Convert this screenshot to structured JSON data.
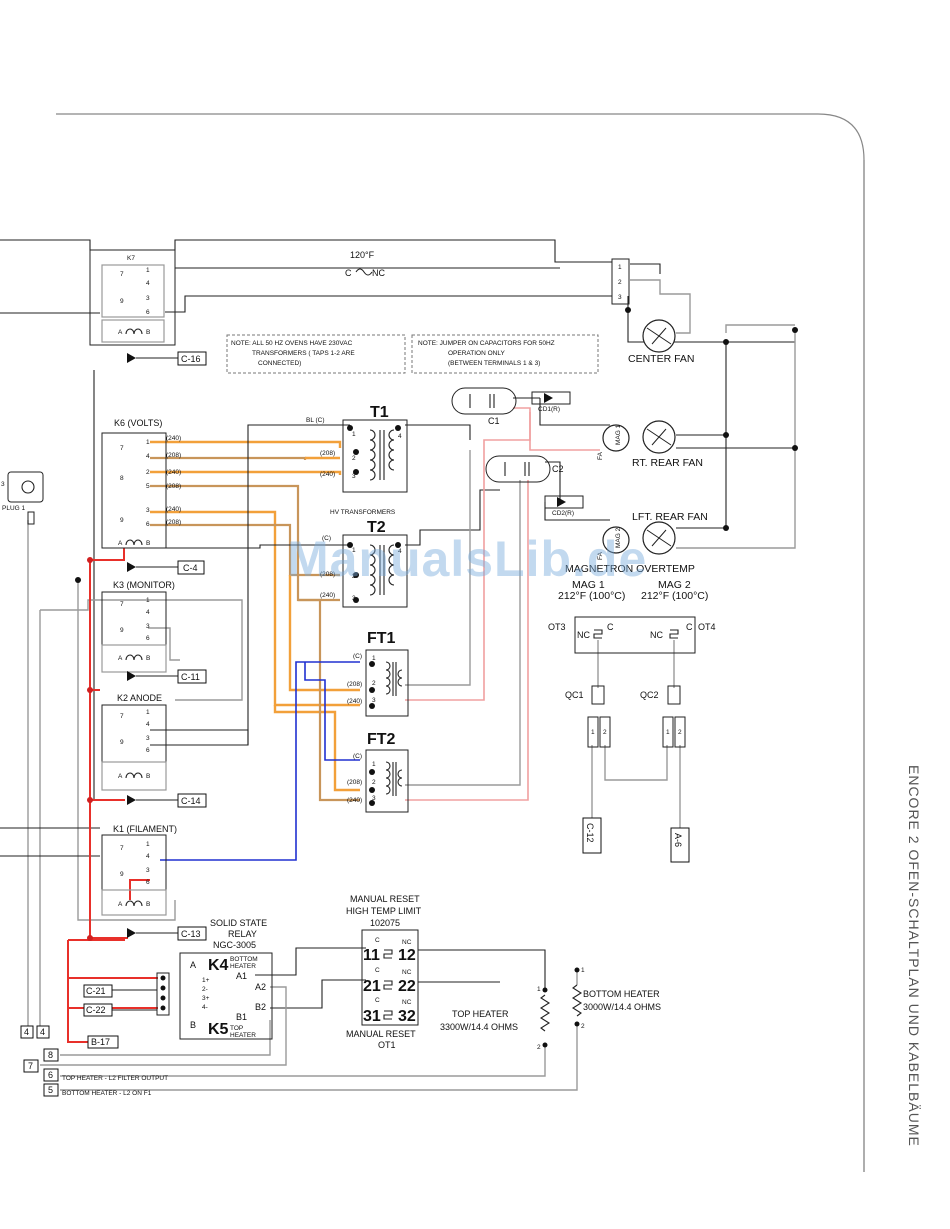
{
  "page": {
    "side_title": "ENCORE 2 OFEN-SCHALTPLAN UND KABELBÄUME",
    "watermark": "ManualsLib.de"
  },
  "notes": {
    "note1": [
      "NOTE: ALL 50 HZ OVENS HAVE 230VAC",
      "TRANSFORMERS ( TAPS 1-2 ARE",
      "CONNECTED)"
    ],
    "note2": [
      "NOTE: JUMPER ON CAPACITORS FOR 50HZ",
      "OPERATION ONLY",
      "(BETWEEN TERMINALS 1 & 3)"
    ]
  },
  "thermostat": {
    "temp": "120°F",
    "c": "C",
    "nc": "NC"
  },
  "fan_switch_pins": [
    "1",
    "2",
    "3"
  ],
  "fans": {
    "center": "CENTER  FAN",
    "rt_rear": "RT. REAR FAN",
    "lft_rear": "LFT. REAR FAN"
  },
  "relays": {
    "k7": {
      "label": "K7",
      "pins": [
        "7",
        "1",
        "4",
        "9",
        "3",
        "6",
        "A",
        "B"
      ]
    },
    "k6": {
      "label": "K6 (VOLTS)",
      "pins": [
        "7",
        "1",
        "4",
        "8",
        "2",
        "5",
        "9",
        "3",
        "6",
        "A",
        "B"
      ],
      "taps": [
        "(240)",
        "(208)",
        "(240)",
        "(208)",
        "(240)",
        "(208)"
      ]
    },
    "k3": {
      "label": "K3 (MONITOR)",
      "pins": [
        "7",
        "1",
        "4",
        "9",
        "3",
        "6",
        "A",
        "B"
      ]
    },
    "k2": {
      "label": "K2 ANODE",
      "pins": [
        "7",
        "1",
        "4",
        "9",
        "3",
        "6",
        "A",
        "B"
      ]
    },
    "k1": {
      "label": "K1 (FILAMENT)",
      "pins": [
        "7",
        "1",
        "4",
        "9",
        "3",
        "6",
        "A",
        "B"
      ]
    }
  },
  "connectors": {
    "c16": "C-16",
    "c4": "C-4",
    "c11": "C-11",
    "c14": "C-14",
    "c13": "C-13",
    "c21": "C-21",
    "c22": "C-22",
    "b17": "B-17",
    "c12": "C-12",
    "a6": "A-6",
    "t4a": "4",
    "t4b": "4",
    "t8": "8",
    "t7": "7",
    "t6": "6",
    "t5": "5"
  },
  "transformers": {
    "t1": {
      "label": "T1",
      "taps": [
        "BL (C)",
        "(208)",
        "(240)"
      ],
      "pins": [
        "1",
        "2",
        "3",
        "4"
      ]
    },
    "t2": {
      "label": "T2",
      "taps": [
        "(C)",
        "(208)",
        "(240)"
      ],
      "pins": [
        "1",
        "2",
        "3",
        "4"
      ]
    },
    "hv": "HV TRANSFORMERS",
    "ft1": {
      "label": "FT1",
      "taps": [
        "(C)",
        "(208)",
        "(240)"
      ],
      "pins": [
        "1",
        "2",
        "3"
      ]
    },
    "ft2": {
      "label": "FT2",
      "taps": [
        "(C)",
        "(208)",
        "(240)"
      ],
      "pins": [
        "1",
        "2",
        "3"
      ]
    }
  },
  "capacitors": {
    "c1": "C1",
    "c2": "C2"
  },
  "diodes": {
    "d1": "CD1(R)",
    "d2": "CD2(R)"
  },
  "magnetrons": {
    "mag1": "MAG 1",
    "mag2": "MAG 2",
    "fa": "FA"
  },
  "overtemp": {
    "title": "MAGNETRON OVERTEMP",
    "mag1": "MAG 1",
    "mag1_t": "212°F (100°C)",
    "mag2": "MAG 2",
    "mag2_t": "212°F (100°C)",
    "ot3": "OT3",
    "ot4": "OT4",
    "nc": "NC",
    "c": "C",
    "qc1": "QC1",
    "qc2": "QC2",
    "p1": "1",
    "p2": "2"
  },
  "plug": {
    "label": "PLUG 1",
    "pin": "3"
  },
  "ssr": {
    "title": [
      "SOLID STATE",
      "RELAY",
      "NGC-3005"
    ],
    "k4": "K4",
    "k5": "K5",
    "a": "A",
    "b": "B",
    "bottom_heater": [
      "BOTTOM",
      "HEATER"
    ],
    "top_heater": [
      "TOP",
      "HEATER"
    ],
    "a1": "A1",
    "a2": "A2",
    "b1": "B1",
    "b2": "B2",
    "pins": [
      "1+",
      "2-",
      "3+",
      "4-"
    ]
  },
  "high_limit": {
    "title": [
      "MANUAL  RESET",
      "HIGH TEMP LIMIT",
      "102075"
    ],
    "rows": [
      {
        "c": "11",
        "nc": "12"
      },
      {
        "c": "21",
        "nc": "22"
      },
      {
        "c": "31",
        "nc": "32"
      }
    ],
    "c_lbl": "C",
    "nc_lbl": "NC",
    "footer": [
      "MANUAL RESET",
      "OT1"
    ]
  },
  "heaters": {
    "top": [
      "TOP HEATER",
      "3300W/14.4 OHMS"
    ],
    "bottom": [
      "BOTTOM HEATER",
      "3000W/14.4 OHMS"
    ],
    "p1": "1",
    "p2": "2"
  },
  "terminal_notes": {
    "t6": "TOP HEATER - L2 FILTER OUTPUT",
    "t5": "BOTTOM HEATER - L2 ON F1"
  }
}
